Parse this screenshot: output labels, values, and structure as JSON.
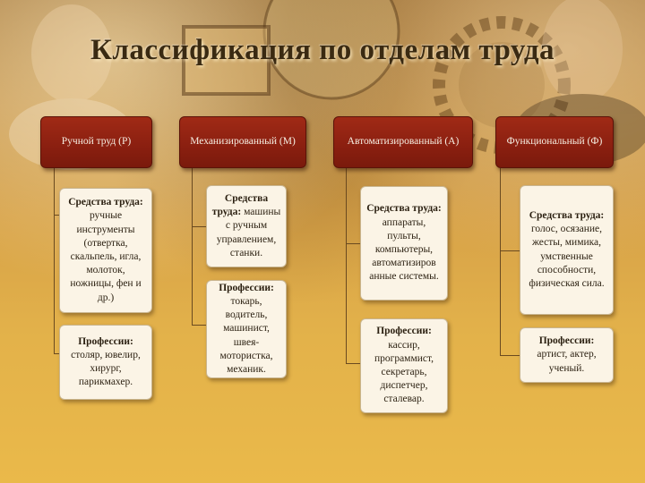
{
  "title": "Классификация по отделам труда",
  "columns": [
    {
      "header": "Ручной труд (Р)",
      "boxes": [
        {
          "heading": "Средства труда:",
          "text": "ручные инструменты (отвертка, скальпель, игла, молоток, ножницы, фен и др.)"
        },
        {
          "heading": "Профессии:",
          "text": "столяр, ювелир, хирург, парикмахер."
        }
      ]
    },
    {
      "header": "Механизированный (М)",
      "boxes": [
        {
          "heading": "Средства труда:",
          "text": "машины с ручным управлением, станки."
        },
        {
          "heading": "Профессии:",
          "text": "токарь, водитель, машинист, швея-мотористка, механик."
        }
      ]
    },
    {
      "header": "Автоматизированный (А)",
      "boxes": [
        {
          "heading": "Средства труда:",
          "text": "аппараты, пульты, компьютеры, автоматизиров анные системы."
        },
        {
          "heading": "Профессии:",
          "text": "кассир, программист, секретарь, диспетчер, сталевар."
        }
      ]
    },
    {
      "header": "Функциональный (Ф)",
      "boxes": [
        {
          "heading": "Средства труда:",
          "text": "голос, осязание, жесты, мимика, умственные способности, физическая сила."
        },
        {
          "heading": "Профессии:",
          "text": "артист, актер, ученый."
        }
      ]
    }
  ]
}
